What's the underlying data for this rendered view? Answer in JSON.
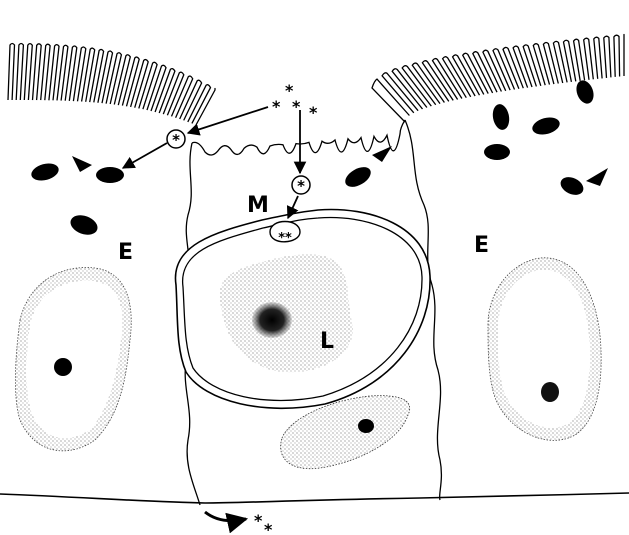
{
  "labels": {
    "e_left": "E",
    "e_right": "E",
    "m": "M",
    "l": "L"
  },
  "symbols": {
    "asterisk": "*",
    "double_asterisk": "**"
  },
  "colors": {
    "ink": "#000000",
    "background": "#ffffff"
  }
}
